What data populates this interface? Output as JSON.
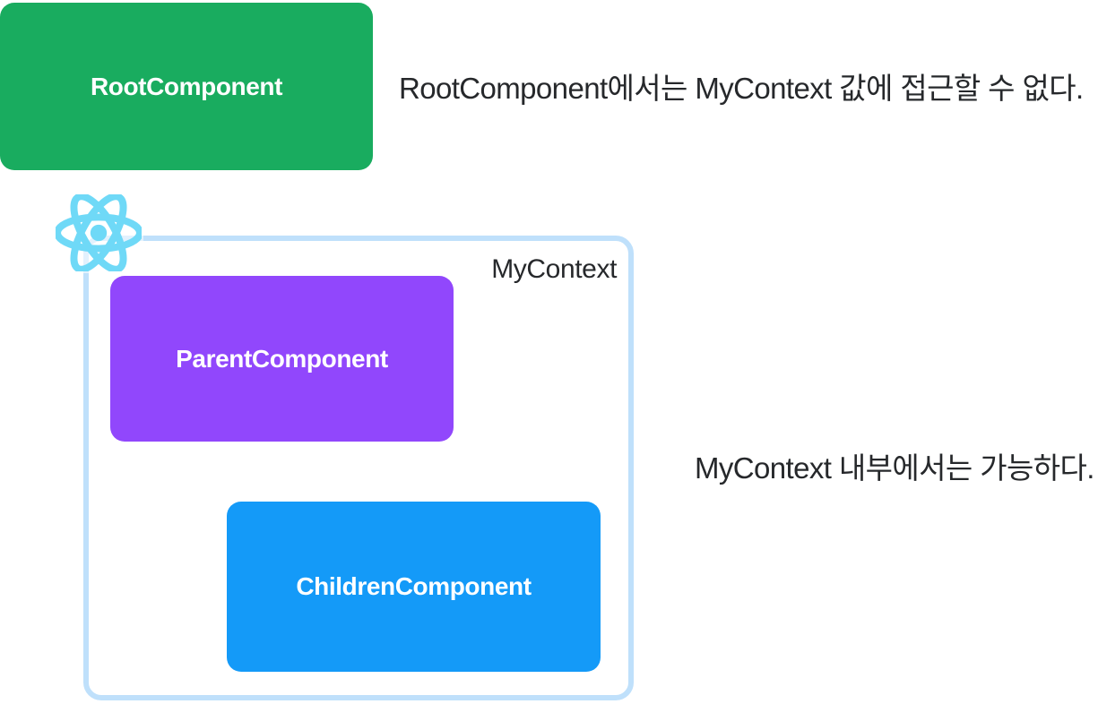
{
  "diagram": {
    "title_context": "React context scope diagram",
    "root_box": {
      "label": "RootComponent",
      "color": "#19AC5F"
    },
    "parent_box": {
      "label": "ParentComponent",
      "color": "#9147FC"
    },
    "children_box": {
      "label": "ChildrenComponent",
      "color": "#149AF8"
    },
    "context_container": {
      "label": "MyContext",
      "border_color": "#BFE0FB"
    },
    "react_icon": {
      "name": "react-logo-icon",
      "color": "#6FD9F7"
    },
    "notes": {
      "root_note": "RootComponent에서는 MyContext 값에 접근할 수 없다.",
      "context_note": "MyContext 내부에서는 가능하다."
    },
    "text_color": "#26282B",
    "label_text_color": "#FFFFFF"
  }
}
